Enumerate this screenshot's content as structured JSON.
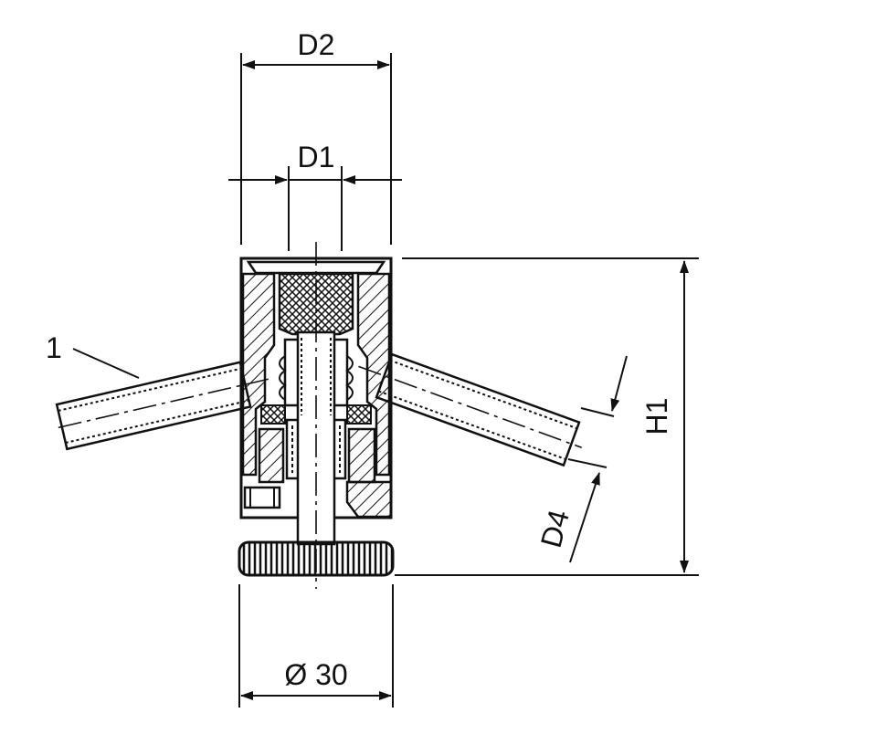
{
  "labels": {
    "d2": "D2",
    "d1": "D1",
    "h1": "H1",
    "d4": "D4",
    "dia": "Ø 30",
    "callout": "1"
  }
}
